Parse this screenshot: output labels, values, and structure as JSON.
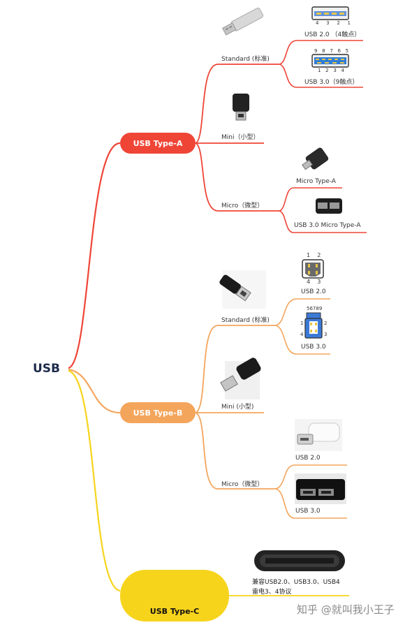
{
  "root": {
    "label": "USB"
  },
  "type_a": {
    "label": "USB Type-A",
    "color": "#ef4537",
    "standard": {
      "label": "Standard (标准)"
    },
    "usb2": {
      "label": "USB 2.0 （4触点）",
      "pins": [
        "4",
        "3",
        "2",
        "1"
      ]
    },
    "usb3": {
      "label": "USB 3.0（9触点）",
      "pins_top": [
        "9",
        "8",
        "7",
        "6",
        "5"
      ],
      "pins_bottom": [
        "1",
        "2",
        "3",
        "4"
      ]
    },
    "mini": {
      "label": "Mini（小型）"
    },
    "micro": {
      "label": "Micro（微型）"
    },
    "micro_a": {
      "label": "Micro Type-A"
    },
    "micro3_a": {
      "label": "USB 3.0 Micro Type-A"
    }
  },
  "type_b": {
    "label": "USB Type-B",
    "color": "#f4a55c",
    "standard": {
      "label": "Standard (标准)"
    },
    "usb2": {
      "label": "USB 2.0",
      "pins_top": [
        "1",
        "2"
      ],
      "pins_bottom": [
        "4",
        "3"
      ]
    },
    "usb3": {
      "label": "USB 3.0",
      "pins_top": "56789",
      "pins_side": [
        "1",
        "2",
        "4",
        "3"
      ]
    },
    "mini": {
      "label": "Mini (小型)"
    },
    "micro": {
      "label": "Micro（微型）"
    },
    "micro2": {
      "label": "USB 2.0"
    },
    "micro3": {
      "label": "USB 3.0"
    }
  },
  "type_c": {
    "label": "USB Type-C",
    "color": "#f7d41c",
    "compat": {
      "line1": "兼容USB2.0、USB3.0、USB4",
      "line2": "雷电3、4协议"
    }
  },
  "watermark": {
    "text": "知乎 @就叫我小王子"
  },
  "icons": [
    "usb-a-plug-icon",
    "mini-usb-plug-icon",
    "micro-usb-plug-icon",
    "usb-b-plug-icon",
    "usb-c-plug-icon"
  ]
}
